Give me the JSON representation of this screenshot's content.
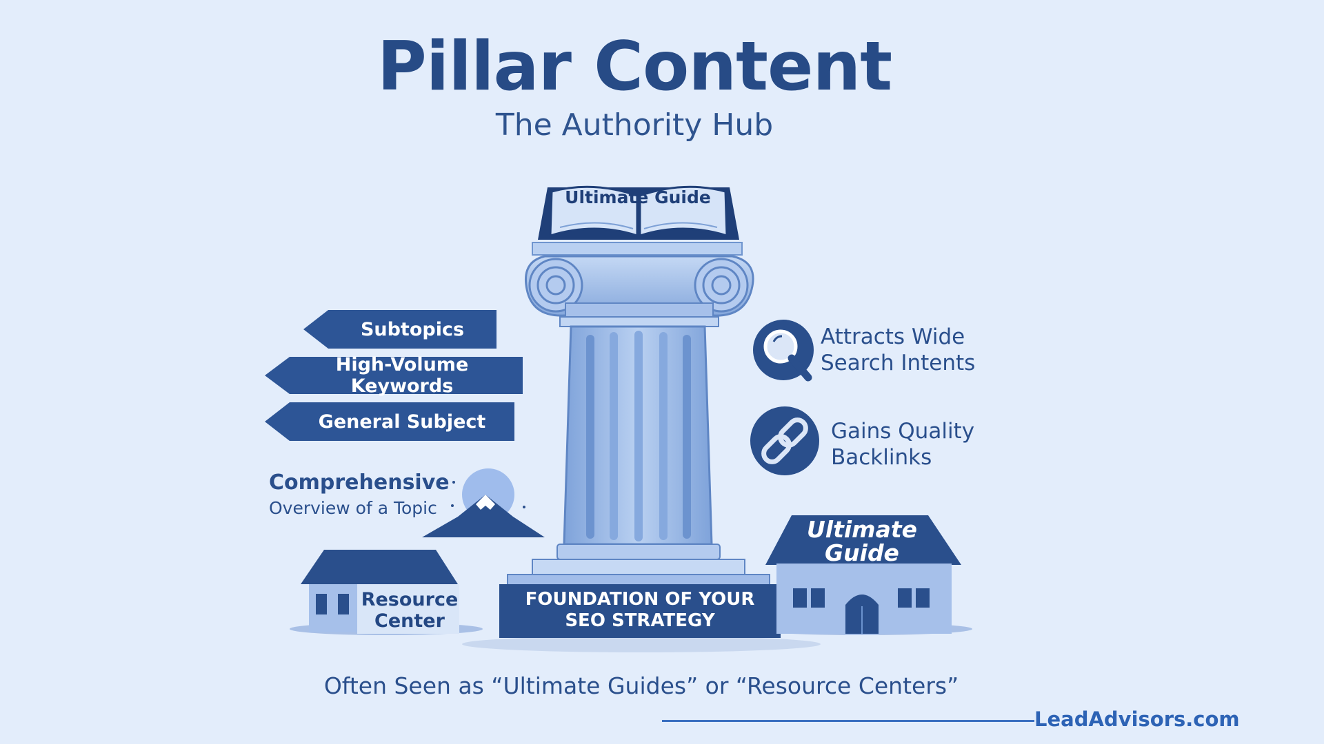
{
  "title": "Pillar Content",
  "subtitle": "The Authority Hub",
  "pillar": {
    "book_label": "Ultimate Guide",
    "foundation": [
      "FOUNDATION OF YOUR",
      "SEO STRATEGY"
    ]
  },
  "arrows": [
    {
      "label": "Subtopics"
    },
    {
      "label": "High-Volume Keywords"
    },
    {
      "label": "General Subject"
    }
  ],
  "comprehensive": {
    "title": "Comprehensive",
    "subtitle": "Overview of a Topic"
  },
  "features": [
    {
      "icon": "magnifier-icon",
      "lines": [
        "Attracts Wide",
        "Search Intents"
      ]
    },
    {
      "icon": "link-icon",
      "lines": [
        "Gains Quality",
        "Backlinks"
      ]
    }
  ],
  "resource_center": {
    "lines": [
      "Resource",
      "Center"
    ]
  },
  "ultimate_house": {
    "lines": [
      "Ultimate",
      "Guide"
    ]
  },
  "footer": "Often Seen as “Ultimate Guides” or “Resource Centers”",
  "brand": "LeadAdvisors.com",
  "colors": {
    "background": "#e3edfb",
    "navy": "#2a4f8c",
    "pillar": "#8fb0e3",
    "accent": "#2d63b5"
  }
}
